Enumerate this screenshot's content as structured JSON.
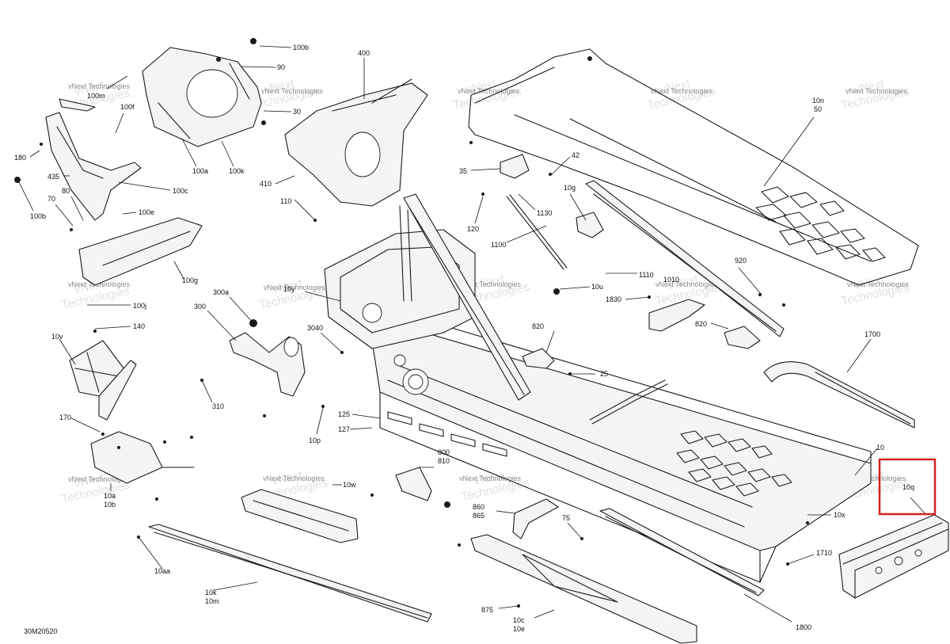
{
  "diagram": {
    "code": "30M20520",
    "watermark_brand": "vNext",
    "watermark_sub": "Technologies",
    "watermark_full": "vNext Technologies",
    "highlight_color": "#d42020",
    "callouts": [
      {
        "id": "c100b_top",
        "text": "100b"
      },
      {
        "id": "c90",
        "text": "90"
      },
      {
        "id": "c30",
        "text": "30"
      },
      {
        "id": "c100m",
        "text": "100m"
      },
      {
        "id": "c100f",
        "text": "100f"
      },
      {
        "id": "c180",
        "text": "180"
      },
      {
        "id": "c435",
        "text": "435"
      },
      {
        "id": "c70",
        "text": "70"
      },
      {
        "id": "c80",
        "text": "80"
      },
      {
        "id": "c100b_left",
        "text": "100b"
      },
      {
        "id": "c100a",
        "text": "100a"
      },
      {
        "id": "c100k",
        "text": "100k"
      },
      {
        "id": "c100c",
        "text": "100c"
      },
      {
        "id": "c100e",
        "text": "100e"
      },
      {
        "id": "c100g",
        "text": "100g"
      },
      {
        "id": "c100j",
        "text": "100j"
      },
      {
        "id": "c400",
        "text": "400"
      },
      {
        "id": "c410",
        "text": "410"
      },
      {
        "id": "c110",
        "text": "110"
      },
      {
        "id": "c10n",
        "text": "10n"
      },
      {
        "id": "c50",
        "text": "50"
      },
      {
        "id": "c42",
        "text": "42"
      },
      {
        "id": "c35",
        "text": "35"
      },
      {
        "id": "c10g",
        "text": "10g"
      },
      {
        "id": "c120",
        "text": "120"
      },
      {
        "id": "c1130",
        "text": "1130"
      },
      {
        "id": "c1100",
        "text": "1100"
      },
      {
        "id": "c1110",
        "text": "1110"
      },
      {
        "id": "c1010",
        "text": "1010"
      },
      {
        "id": "c920",
        "text": "920"
      },
      {
        "id": "c10u",
        "text": "10u"
      },
      {
        "id": "c1830",
        "text": "1830"
      },
      {
        "id": "c820a",
        "text": "820"
      },
      {
        "id": "c820b",
        "text": "820"
      },
      {
        "id": "c1700",
        "text": "1700"
      },
      {
        "id": "c10y",
        "text": "10y"
      },
      {
        "id": "c300a",
        "text": "300a"
      },
      {
        "id": "c300",
        "text": "300"
      },
      {
        "id": "c140",
        "text": "140"
      },
      {
        "id": "c10v",
        "text": "10v"
      },
      {
        "id": "c3040",
        "text": "3040"
      },
      {
        "id": "c310",
        "text": "310"
      },
      {
        "id": "c25",
        "text": "25"
      },
      {
        "id": "c170",
        "text": "170"
      },
      {
        "id": "c125",
        "text": "125"
      },
      {
        "id": "c127",
        "text": "127"
      },
      {
        "id": "c10p",
        "text": "10p"
      },
      {
        "id": "c800",
        "text": "800"
      },
      {
        "id": "c810",
        "text": "810"
      },
      {
        "id": "c10a",
        "text": "10a"
      },
      {
        "id": "c10b",
        "text": "10b"
      },
      {
        "id": "c10w",
        "text": "10w"
      },
      {
        "id": "c10",
        "text": "10"
      },
      {
        "id": "c10q",
        "text": "10q"
      },
      {
        "id": "c10x",
        "text": "10x"
      },
      {
        "id": "c860",
        "text": "860"
      },
      {
        "id": "c865",
        "text": "865"
      },
      {
        "id": "c75",
        "text": "75"
      },
      {
        "id": "c1710",
        "text": "1710"
      },
      {
        "id": "c10aa",
        "text": "10aa"
      },
      {
        "id": "c10k",
        "text": "10k"
      },
      {
        "id": "c10m",
        "text": "10m"
      },
      {
        "id": "c875",
        "text": "875"
      },
      {
        "id": "c10c",
        "text": "10c"
      },
      {
        "id": "c10e",
        "text": "10e"
      },
      {
        "id": "c1800",
        "text": "1800"
      }
    ]
  }
}
